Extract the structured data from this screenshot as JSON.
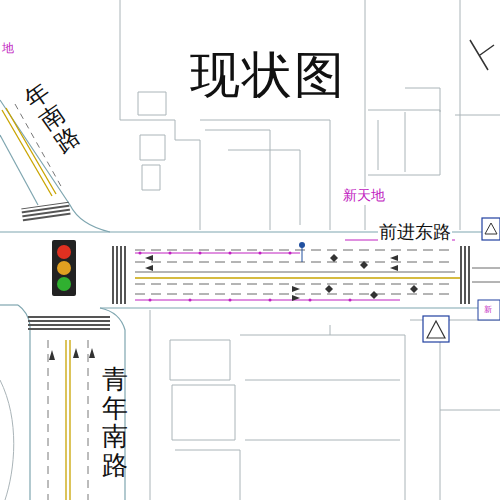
{
  "diagram": {
    "title": "现状图",
    "labels": [
      "地",
      "年南路",
      "新天地",
      "前进东路",
      "青年南路",
      "新"
    ]
  }
}
